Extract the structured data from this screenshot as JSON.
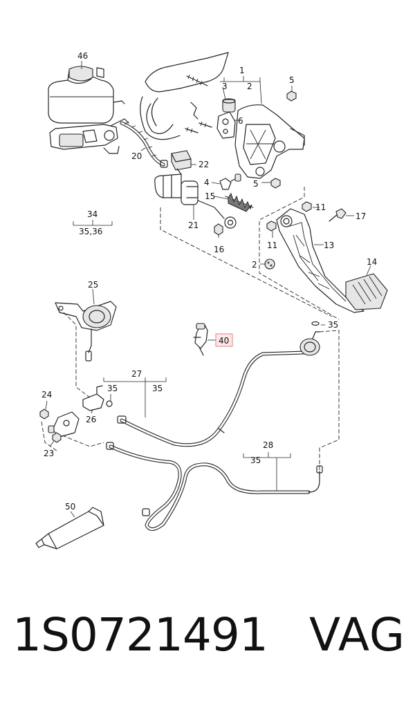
{
  "diagram": {
    "callouts": {
      "c1": "1",
      "c2": "2",
      "c3": "3",
      "c4": "4",
      "c5a": "5",
      "c5b": "5",
      "c6": "6",
      "c11a": "11",
      "c11b": "11",
      "c13": "13",
      "c14": "14",
      "c15": "15",
      "c16": "16",
      "c17": "17",
      "c2b": "2",
      "c20": "20",
      "c21": "21",
      "c22": "22",
      "c23": "23",
      "c24": "24",
      "c25": "25",
      "c26": "26",
      "c27": "27",
      "c28": "28",
      "c34": "34",
      "c3536": "35,36",
      "c35a": "35",
      "c35b": "35",
      "c35c": "35",
      "c35d": "35",
      "c40": "40",
      "c46": "46",
      "c50": "50"
    }
  },
  "footer": {
    "part_number": "1S0721491",
    "brand": "VAG"
  },
  "colors": {
    "highlight_box": "#fde7e7",
    "highlight_border": "#e08080"
  }
}
